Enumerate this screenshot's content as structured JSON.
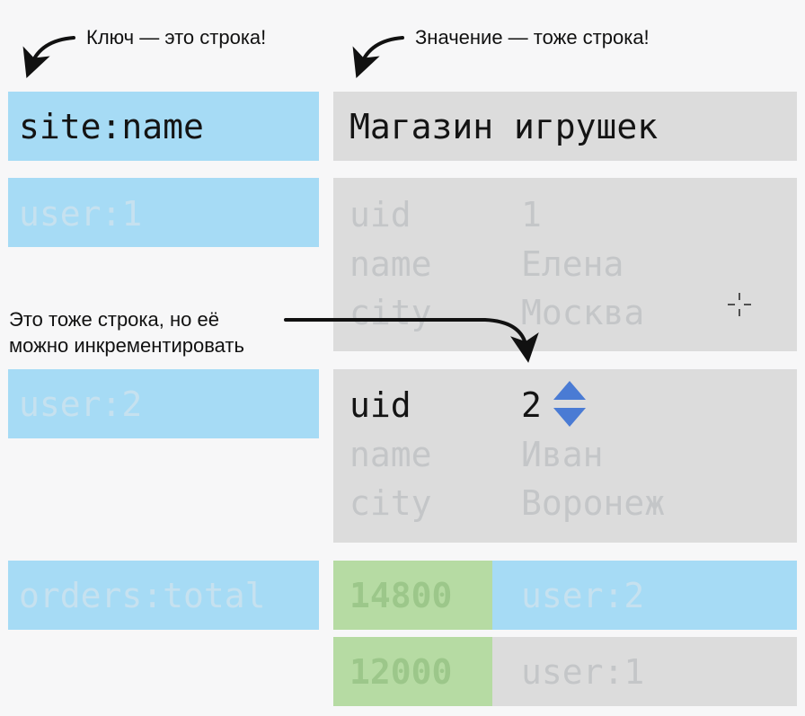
{
  "annotations": {
    "key_note": "Ключ — это строка!",
    "value_note": "Значение — тоже строка!",
    "incr_note_line1": "Это тоже строка, но её",
    "incr_note_line2": "можно инкрементировать"
  },
  "string_entry": {
    "key": "site:name",
    "value": "Магазин игрушек"
  },
  "hash_user1": {
    "key": "user:1",
    "fields": [
      {
        "field": "uid",
        "value": "1"
      },
      {
        "field": "name",
        "value": "Елена"
      },
      {
        "field": "city",
        "value": "Москва"
      }
    ]
  },
  "hash_user2": {
    "key": "user:2",
    "fields": [
      {
        "field": "uid",
        "value": "2"
      },
      {
        "field": "name",
        "value": "Иван"
      },
      {
        "field": "city",
        "value": "Воронеж"
      }
    ]
  },
  "zset_orders": {
    "key": "orders:total",
    "members": [
      {
        "score": "14800",
        "member": "user:2"
      },
      {
        "score": "12000",
        "member": "user:1"
      }
    ]
  },
  "colors": {
    "key_bg": "#a6dbf5",
    "value_bg": "#dcdcdc",
    "score_bg": "#b6dba3",
    "increment_arrows": "#4a7bd4"
  },
  "icons": [
    "curved-arrow-icon",
    "increment-icon",
    "crosshair-cursor-icon"
  ]
}
